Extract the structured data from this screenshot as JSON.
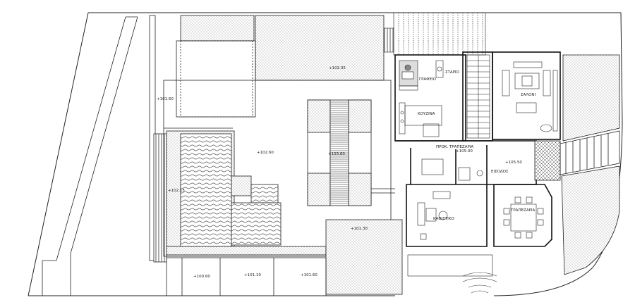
{
  "elevations": {
    "e_101_60_left": "+101.60",
    "e_102_60": "+102.60",
    "e_102_35": "+102.35",
    "e_103_60": "+103.60",
    "e_102_15": "+102.15",
    "e_101_30": "+101.30",
    "e_100_60_b": "+100.60",
    "e_101_10_b": "+101.10",
    "e_101_60_b": "+101.60",
    "e_105_00": "+105.00",
    "e_105_50": "+105.50"
  },
  "rooms": {
    "office": "ΓΡΑΦΕΙΟ",
    "wc": "ΣΤΑΡΙΟ",
    "kitchen": "ΚΟΥΖΙΝΑ",
    "living": "ΣΑΛΟΝΙ",
    "prok": "ΠΡΟΚ. ΤΡΑΠΕΖΑΡΙΑ",
    "entrance": "ΕΙΣΟΔΟΣ",
    "dining": "ΤΡΑΠΕΖΑΡΙΑ",
    "family": "ΚΑΘΙΣΤΙΚΟ"
  },
  "colors": {
    "line": "#222222",
    "hatch": "#8a8a8a",
    "paper": "#ffffff"
  }
}
